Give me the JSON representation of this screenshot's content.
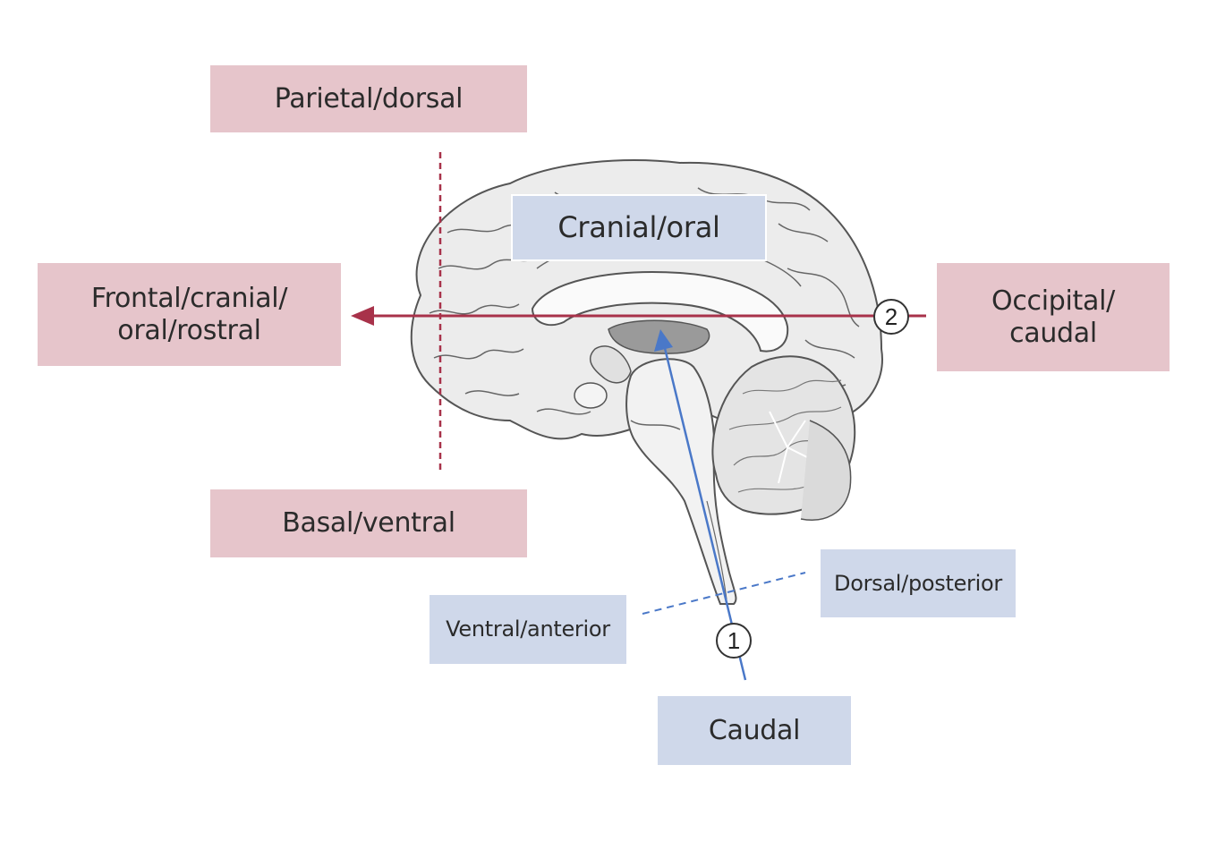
{
  "colors": {
    "pink_box": "#e6c5cb",
    "blue_box": "#cfd8ea",
    "red_axis": "#a8324a",
    "blue_axis": "#4a78c8",
    "brain_fill": "#ececec",
    "brain_line": "#555555"
  },
  "labels": {
    "parietal": "Parietal/dorsal",
    "cranial_oral": "Cranial/oral",
    "frontal_line1": "Frontal/cranial/",
    "frontal_line2": "oral/rostral",
    "occipital_line1": "Occipital/",
    "occipital_line2": "caudal",
    "basal": "Basal/ventral",
    "dorsal_posterior": "Dorsal/posterior",
    "ventral_anterior": "Ventral/anterior",
    "caudal": "Caudal"
  },
  "markers": {
    "axis_1": "1",
    "axis_2": "2"
  }
}
